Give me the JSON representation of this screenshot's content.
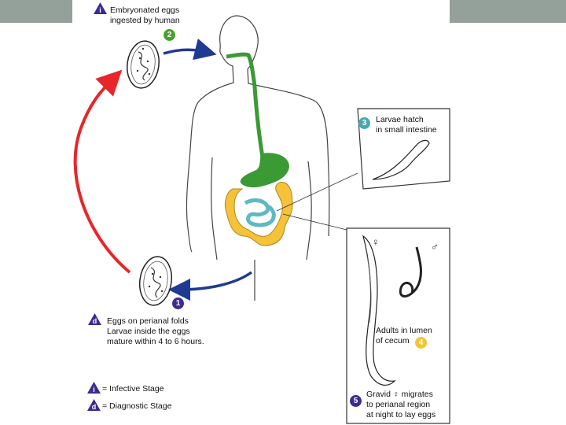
{
  "colors": {
    "band": "#93a19a",
    "infective_marker": "#3c2a93",
    "diagnostic_marker": "#3c2a93",
    "step_1": "#3d2c8e",
    "step_2": "#4aa02c",
    "step_3": "#49a9b1",
    "step_4": "#f3c631",
    "step_5": "#3d2c8e",
    "esophagus_stomach": "#3a9a34",
    "colon": "#f5c23a",
    "small_intestine": "#5fb9c2",
    "red_arrow": "#e8262a",
    "blue_arrow": "#1f3a93"
  },
  "diagram": {
    "captions": {
      "step_2": "Embryonated eggs\ningested by human",
      "step_3": "Larvae hatch\nin small intestine",
      "step_4": "Adults in lumen\nof cecum",
      "step_5": "Gravid ♀ migrates\nto perianal region\nat night to lay eggs",
      "step_1": "Eggs on perianal folds\nLarvae inside the eggs\nmature within 4 to 6 hours."
    },
    "markers": {
      "step_1": "1",
      "step_2": "2",
      "step_3": "3",
      "step_4": "4",
      "step_5": "5",
      "infective": "i",
      "diagnostic": "d"
    },
    "symbols": {
      "female": "♀",
      "male": "♂"
    },
    "legend": {
      "infective": "= Infective Stage",
      "diagnostic": "= Diagnostic Stage"
    }
  }
}
